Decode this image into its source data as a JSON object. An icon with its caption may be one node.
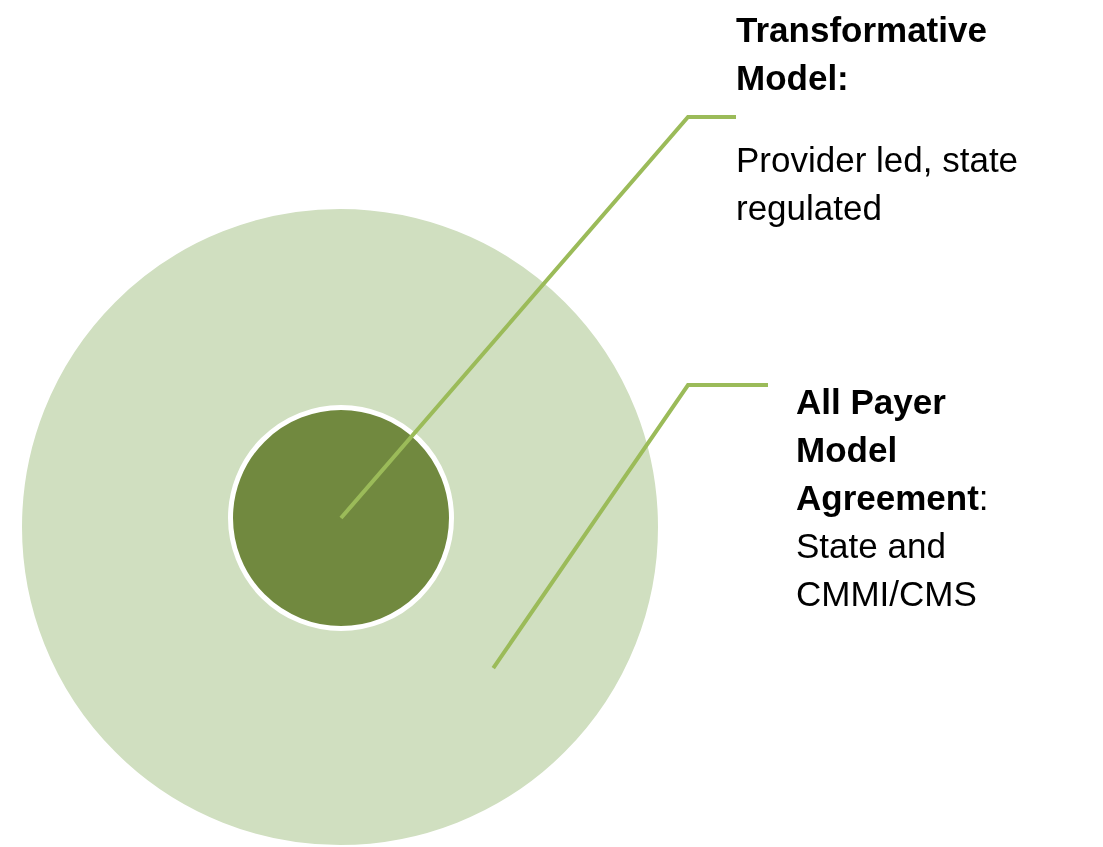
{
  "diagram": {
    "nodes": [
      {
        "text": [
          "Transformative Model:",
          "Provider led, state regulated"
        ]
      },
      {
        "text": [],
        "shape": "circle"
      },
      {
        "text": [],
        "shape": "circle",
        "in": 1
      },
      {
        "text": [
          "**All Payer Model Agreement**:",
          "State and CMMI/CMS"
        ]
      }
    ],
    "edges": [
      {
        "from": 0,
        "to": 2,
        "arrow": "none"
      },
      {
        "from": 3,
        "to": 1,
        "arrow": "none"
      }
    ]
  }
}
